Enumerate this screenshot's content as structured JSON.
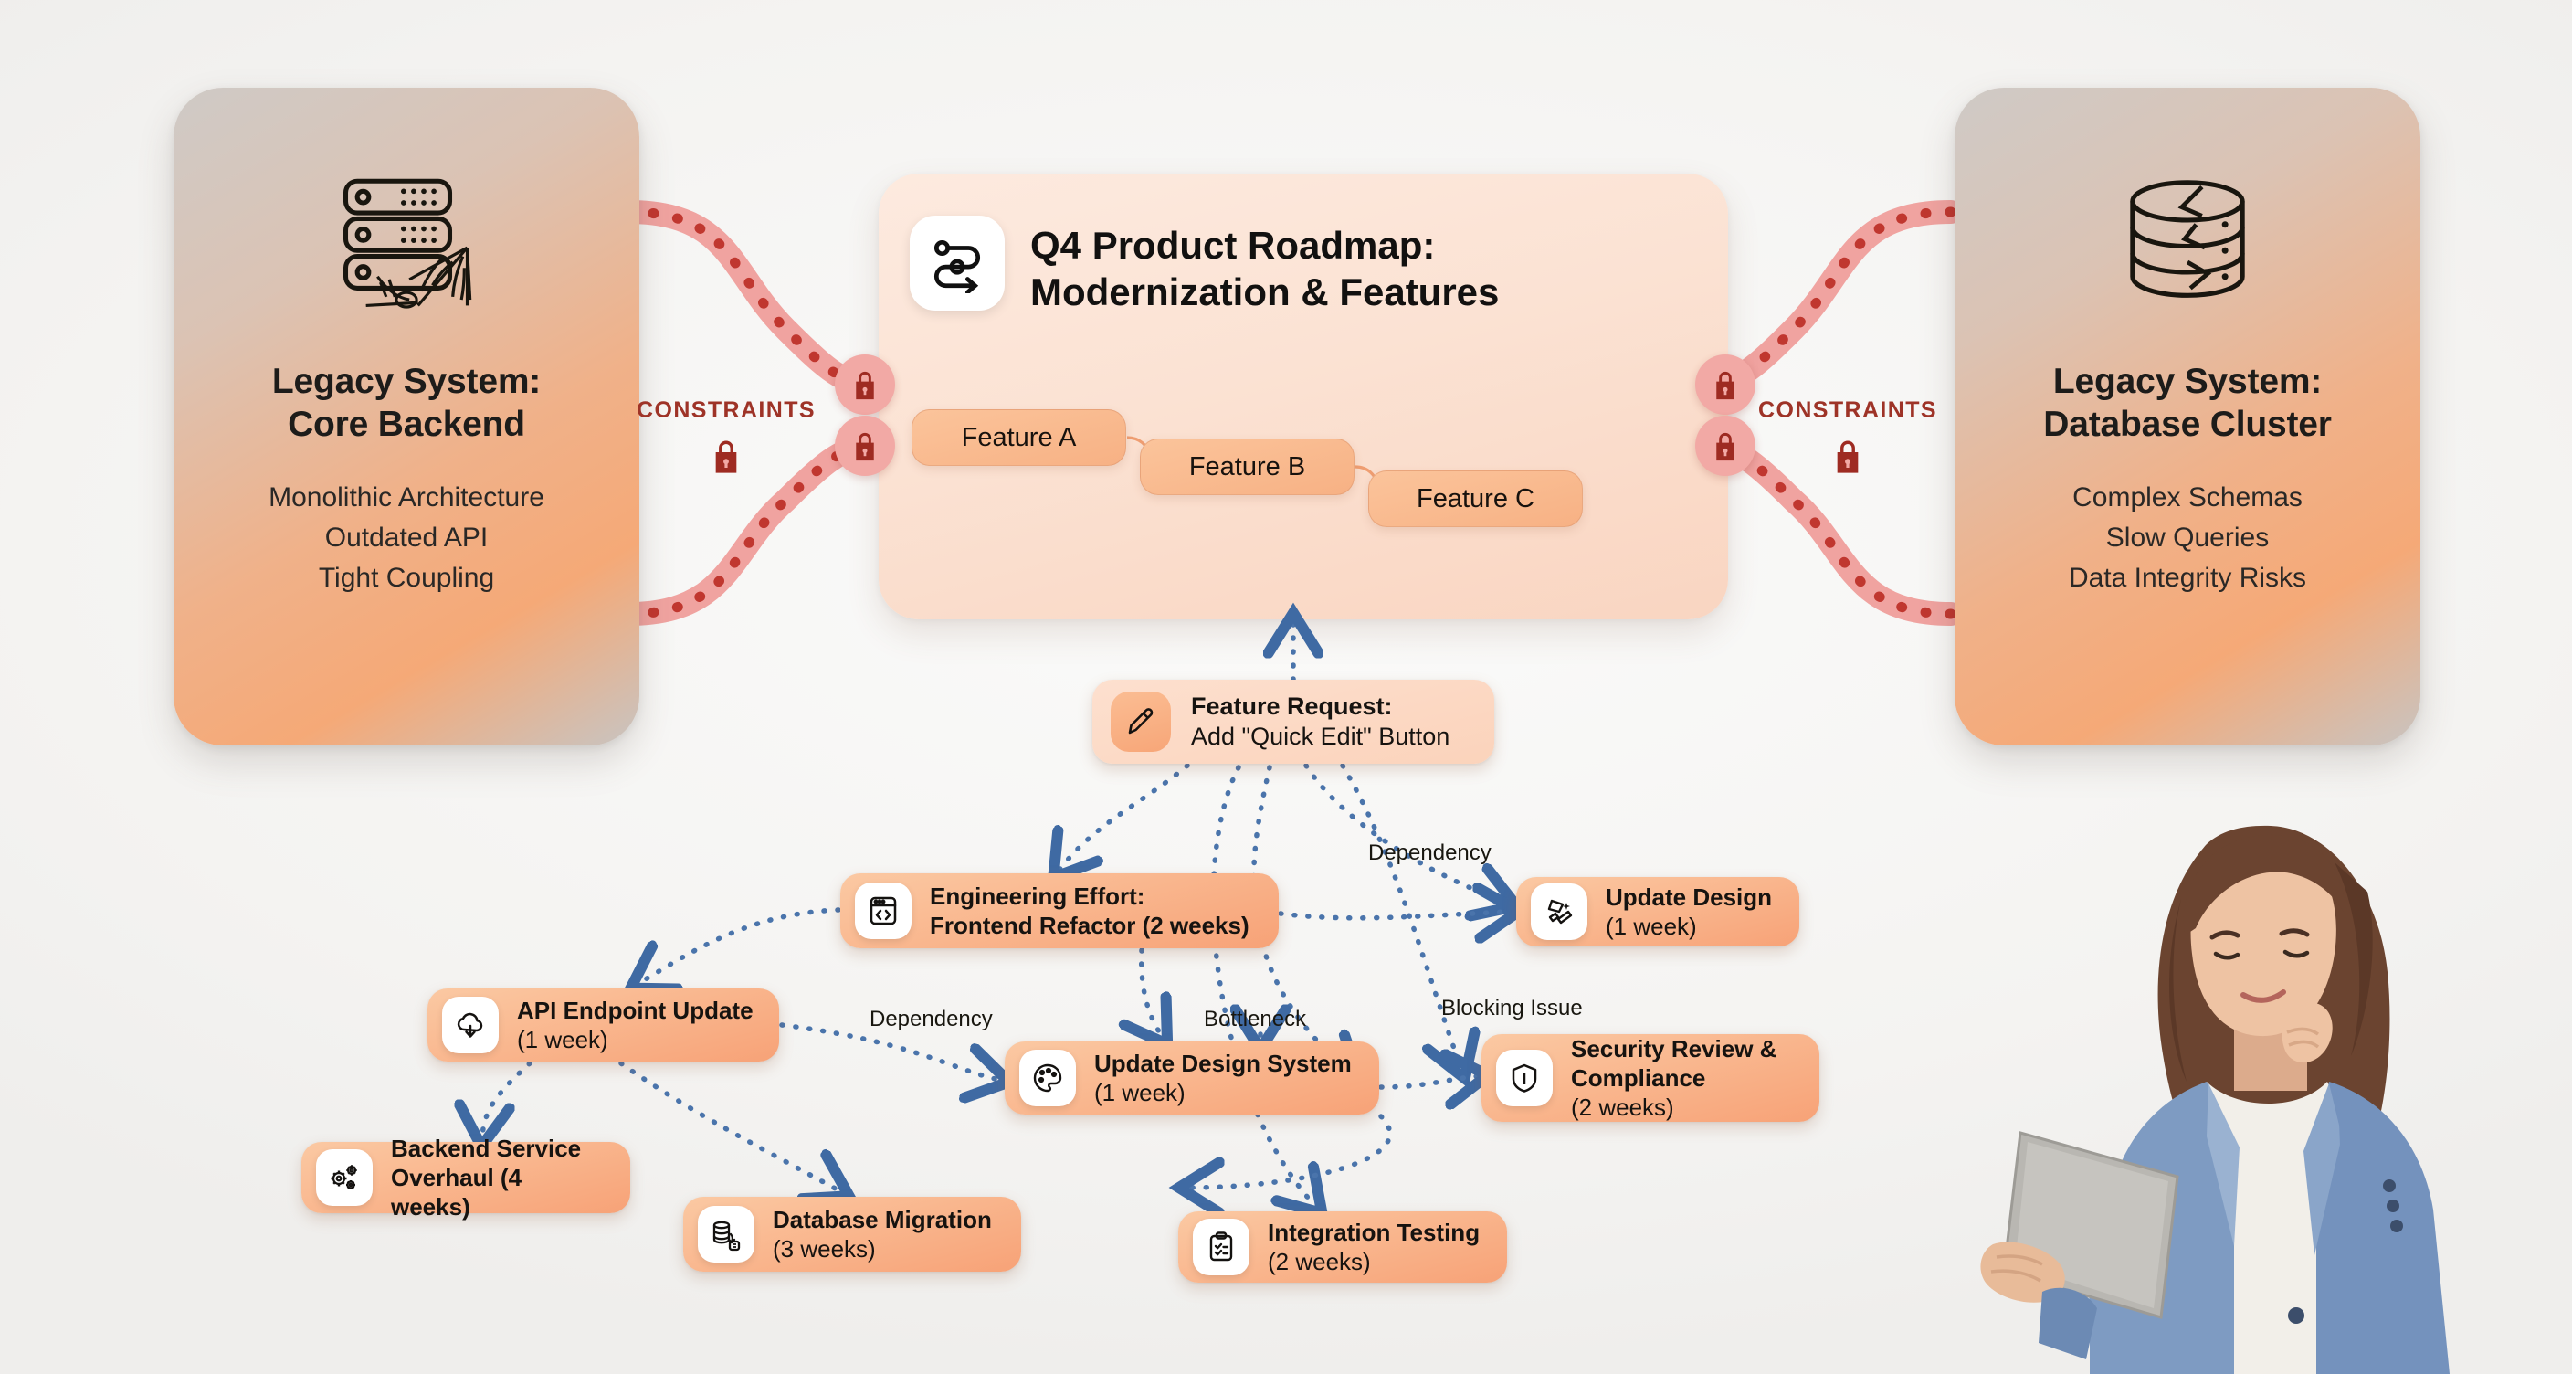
{
  "legacy_left": {
    "icon": "server-stack-cobweb-icon",
    "title_line1": "Legacy System:",
    "title_line2": "Core Backend",
    "bullets": [
      "Monolithic Architecture",
      "Outdated API",
      "Tight Coupling"
    ]
  },
  "legacy_right": {
    "icon": "database-cluster-cracked-icon",
    "title_line1": "Legacy System:",
    "title_line2": "Database Cluster",
    "bullets": [
      "Complex Schemas",
      "Slow Queries",
      "Data Integrity Risks"
    ]
  },
  "roadmap": {
    "icon": "roadmap-path-icon",
    "title_line1": "Q4 Product Roadmap:",
    "title_line2": "Modernization & Features",
    "features": [
      "Feature A",
      "Feature B",
      "Feature C"
    ]
  },
  "constraints": {
    "left_label": "CONSTRAINTS",
    "right_label": "CONSTRAINTS",
    "lock_icon": "lock-icon",
    "lock_count": 4,
    "pipe_color": "#f0a3a0",
    "dot_color": "#c0372f",
    "label_color": "#9e3327"
  },
  "tasks": {
    "feature_request": {
      "icon": "pencil-icon",
      "line1": "Feature Request:",
      "line2": "Add \"Quick Edit\" Button"
    },
    "engineering_effort": {
      "icon": "code-window-icon",
      "line1": "Engineering Effort:",
      "line2": "Frontend Refactor (2 weeks)"
    },
    "update_design": {
      "icon": "design-tools-icon",
      "line1": "Update Design",
      "line2": "(1 week)"
    },
    "api_endpoint": {
      "icon": "cloud-download-icon",
      "line1": "API Endpoint Update",
      "line2": "(1 week)"
    },
    "update_design_system": {
      "icon": "palette-icon",
      "line1": "Update Design System",
      "line2": "(1 week)"
    },
    "security_review": {
      "icon": "shield-icon",
      "line1": "Security Review &",
      "line2": "Compliance",
      "line3": "(2 weeks)"
    },
    "backend_service": {
      "icon": "gears-icon",
      "line1": "Backend Service",
      "line2": "Overhaul (4 weeks)"
    },
    "database_migration": {
      "icon": "database-migrate-icon",
      "line1": "Database Migration",
      "line2": "(3 weeks)"
    },
    "integration_testing": {
      "icon": "clipboard-check-icon",
      "line1": "Integration Testing",
      "line2": "(2 weeks)"
    }
  },
  "edge_labels": {
    "dependency_1": "Dependency",
    "dependency_2": "Dependency",
    "bottleneck": "Bottleneck",
    "blocking_issue": "Blocking Issue"
  },
  "colors": {
    "background": "#f4f3f1",
    "node_fill_start": "#fbc9a3",
    "node_fill_end": "#f7a277",
    "edge_dotted": "#4a74ab",
    "constraint_pipe": "#f0a3a0",
    "lock_dark": "#9e2b22"
  },
  "photo": {
    "subject": "businesswoman-with-tablet-photo"
  }
}
